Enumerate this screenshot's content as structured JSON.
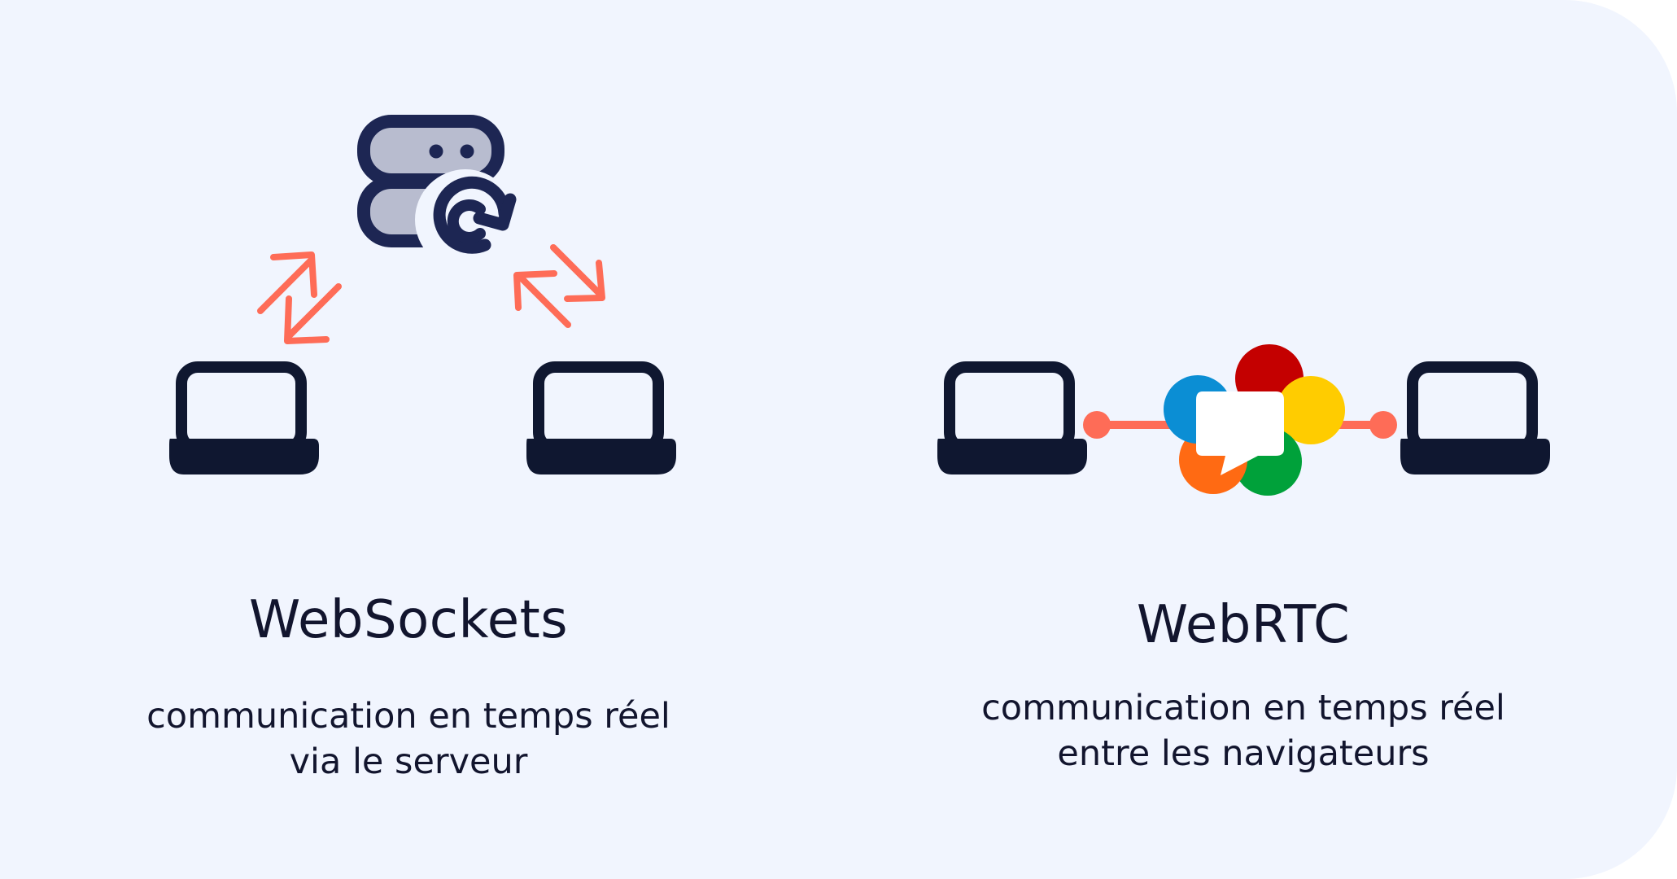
{
  "colors": {
    "background": "#f1f5fe",
    "ink": "#12152e",
    "laptop": "#0f1730",
    "server_fill": "#b8bccf",
    "server_stroke": "#1d2653",
    "arrow": "#fe6c57",
    "link": "#fe6c57",
    "webrtc_red": "#c40000",
    "webrtc_yellow": "#ffcc00",
    "webrtc_green": "#00a13a",
    "webrtc_orange": "#ff6a13",
    "webrtc_blue": "#0b8ed4"
  },
  "icons": {
    "laptop": "laptop-icon",
    "server": "server-refresh-icon",
    "arrows": "bidirectional-arrows-icon",
    "webrtc": "webrtc-logo-icon"
  },
  "websockets": {
    "title": "WebSockets",
    "description_lines": [
      "communication en temps réel",
      "via le serveur"
    ]
  },
  "webrtc": {
    "title": "WebRTC",
    "description_lines": [
      "communication en temps réel",
      "entre les navigateurs"
    ]
  }
}
